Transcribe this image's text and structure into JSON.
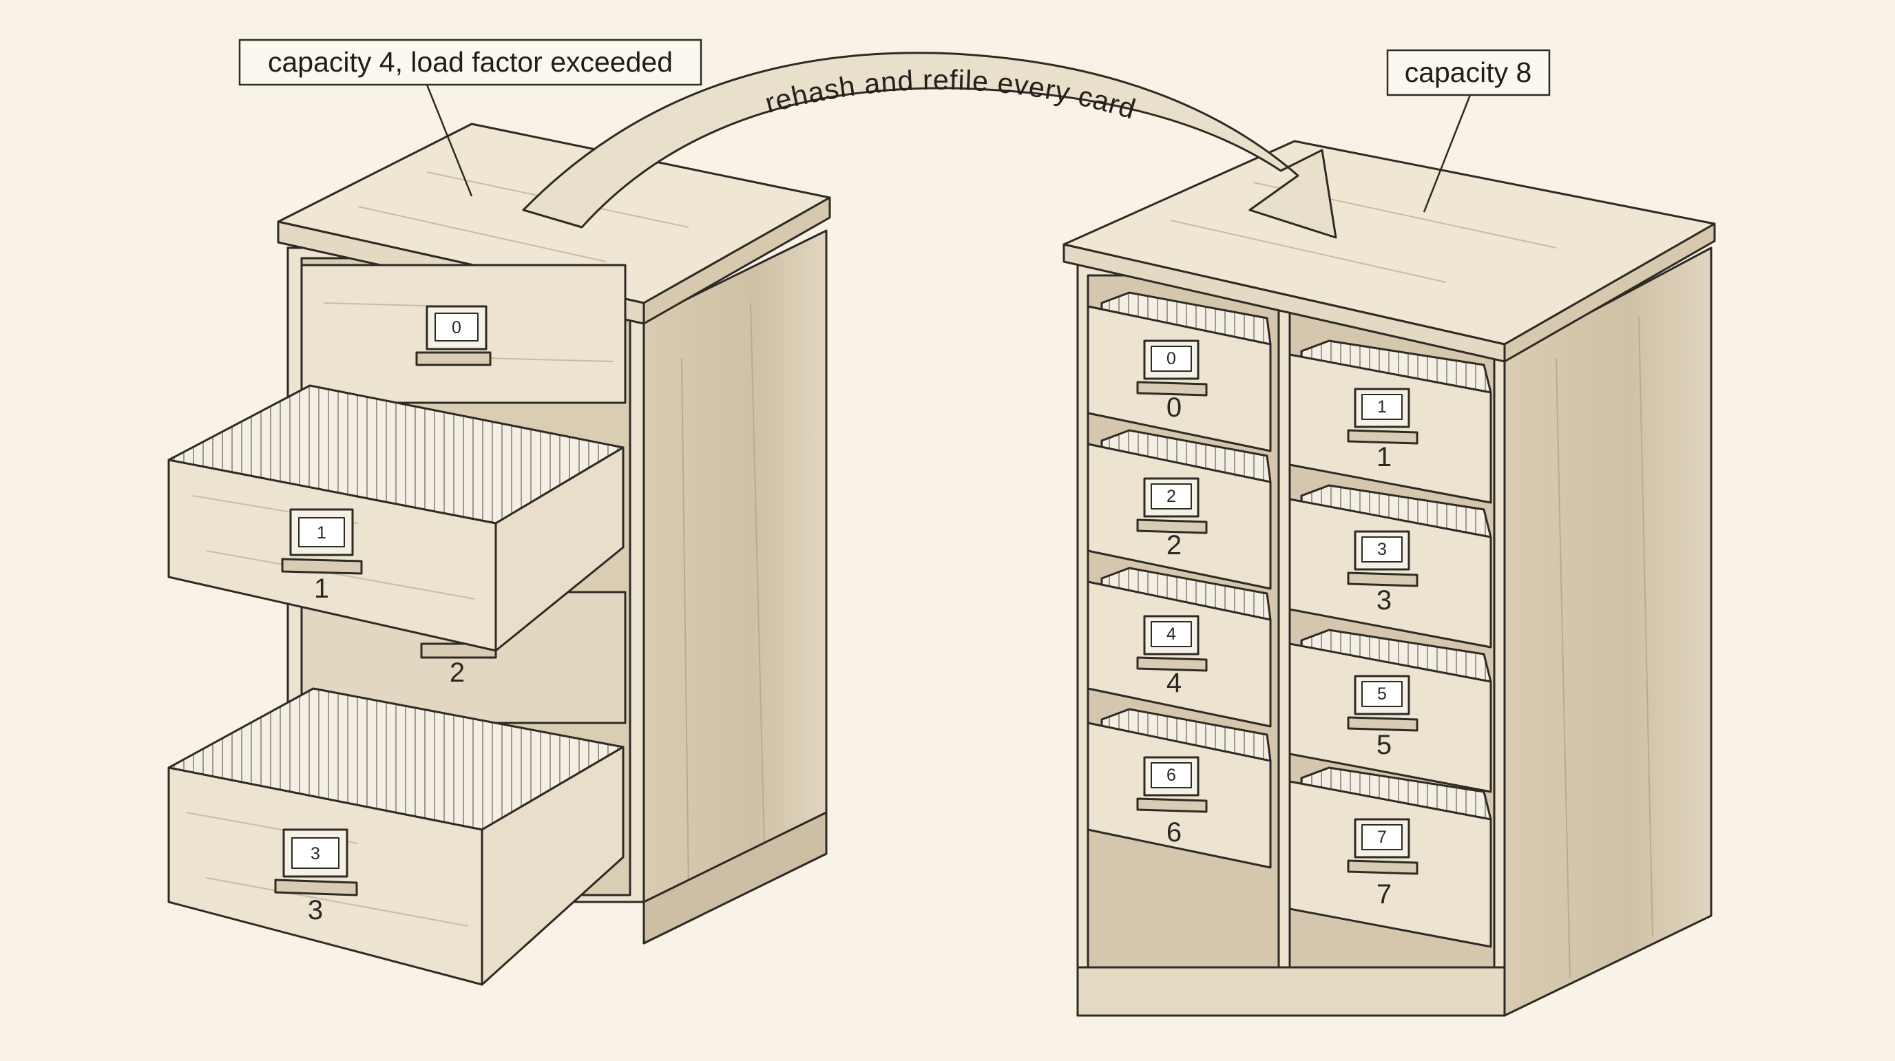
{
  "callouts": {
    "old_capacity": "capacity 4, load factor exceeded",
    "new_capacity": "capacity 8"
  },
  "arrow_label": "rehash and refile every card",
  "old_cabinet": {
    "drawers": [
      {
        "tag": "0",
        "label": ""
      },
      {
        "tag": "1",
        "label": "1"
      },
      {
        "tag": "",
        "label": "2"
      },
      {
        "tag": "3",
        "label": "3"
      }
    ]
  },
  "new_cabinet": {
    "drawers": [
      {
        "tag": "0",
        "label": "0"
      },
      {
        "tag": "1",
        "label": "1"
      },
      {
        "tag": "2",
        "label": "2"
      },
      {
        "tag": "3",
        "label": "3"
      },
      {
        "tag": "4",
        "label": "4"
      },
      {
        "tag": "5",
        "label": "5"
      },
      {
        "tag": "6",
        "label": "6"
      },
      {
        "tag": "7",
        "label": "7"
      }
    ]
  },
  "colors": {
    "background": "#f8f3e6",
    "wood": "#ece3d0",
    "wood_shade": "#d8ccb3",
    "ink": "#2e2a24"
  }
}
